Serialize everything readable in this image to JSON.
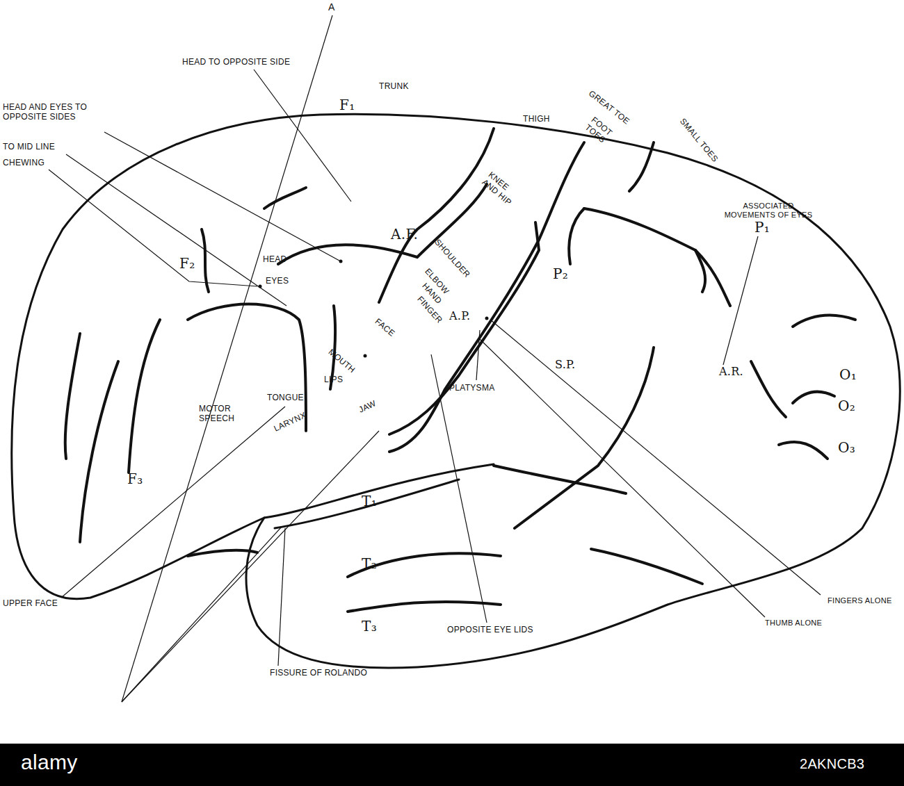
{
  "diagram": {
    "labels": [
      "A",
      "HEAD TO OPPOSITE SIDE",
      "HEAD AND EYES TO OPPOSITE SIDES",
      "TO MID LINE",
      "CHEWING",
      "F₁",
      "TRUNK",
      "GREAT TOE",
      "SMALL TOES",
      "THIGH",
      "FOOT TOES",
      "KNEE AND HIP",
      "ASSOCIATED MOVEMENTS OF EYES",
      "P₁",
      "A.F.",
      "SHOULDER",
      "ELBOW",
      "HAND",
      "FINGER",
      "F₂",
      "HEAD",
      "EYES",
      "P₂",
      "FACE",
      "MOUTH",
      "A.P.",
      "LIPS",
      "PLATYSMA",
      "S.P.",
      "A.R.",
      "O₁",
      "O₂",
      "O₃",
      "TONGUE",
      "LARYNX",
      "MOTOR SPEECH",
      "JAW",
      "F₃",
      "T₁",
      "T₂",
      "T₃",
      "UPPER FACE",
      "FINGERS ALONE",
      "THUMB ALONE",
      "OPPOSITE EYE LIDS",
      "FISSURE OF ROLANDO",
      "alamy",
      "2AKNCB3"
    ]
  }
}
